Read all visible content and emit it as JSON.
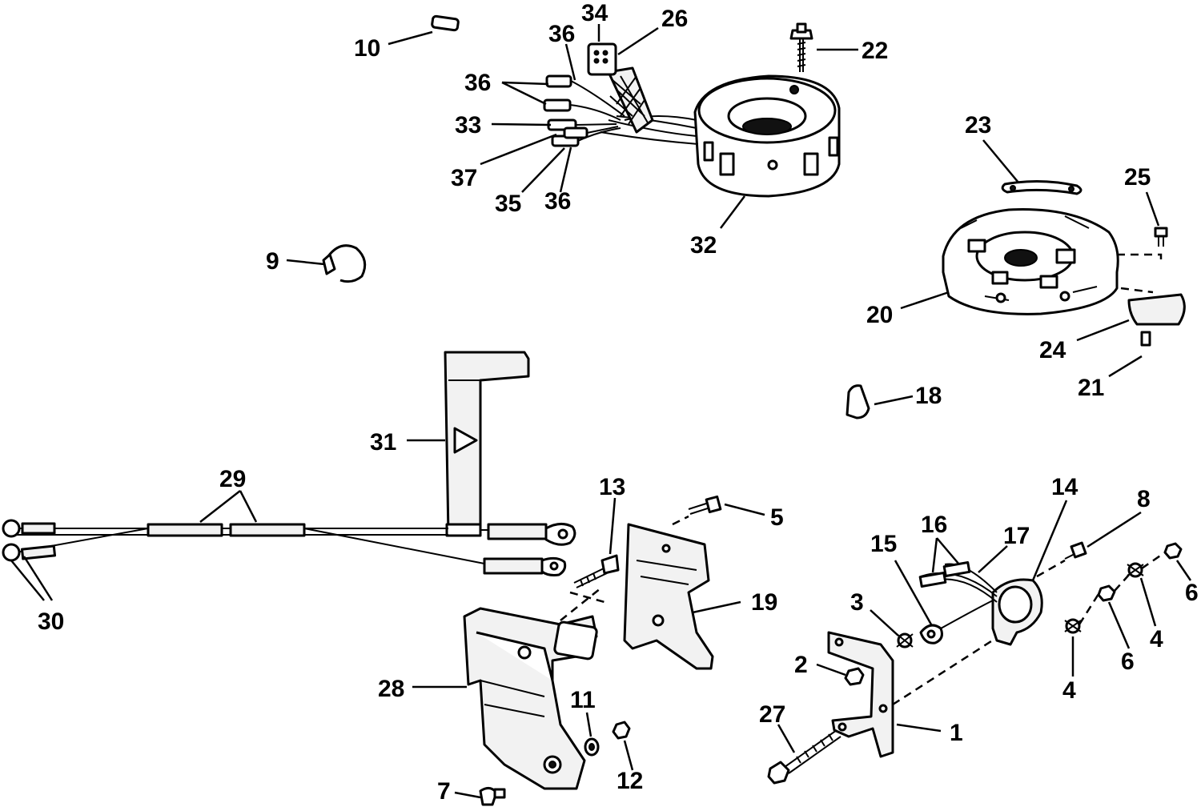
{
  "callouts": {
    "c1": "1",
    "c2": "2",
    "c3": "3",
    "c4a": "4",
    "c4b": "4",
    "c5": "5",
    "c6a": "6",
    "c6b": "6",
    "c7": "7",
    "c8": "8",
    "c9": "9",
    "c10": "10",
    "c11": "11",
    "c12": "12",
    "c13": "13",
    "c14": "14",
    "c15": "15",
    "c16": "16",
    "c17": "17",
    "c18": "18",
    "c19": "19",
    "c20": "20",
    "c21": "21",
    "c22": "22",
    "c23": "23",
    "c24": "24",
    "c25": "25",
    "c26": "26",
    "c27": "27",
    "c28": "28",
    "c29": "29",
    "c30": "30",
    "c31": "31",
    "c32": "32",
    "c33": "33",
    "c34": "34",
    "c35": "35",
    "c36a": "36",
    "c36b": "36",
    "c36c": "36",
    "c37": "37"
  }
}
